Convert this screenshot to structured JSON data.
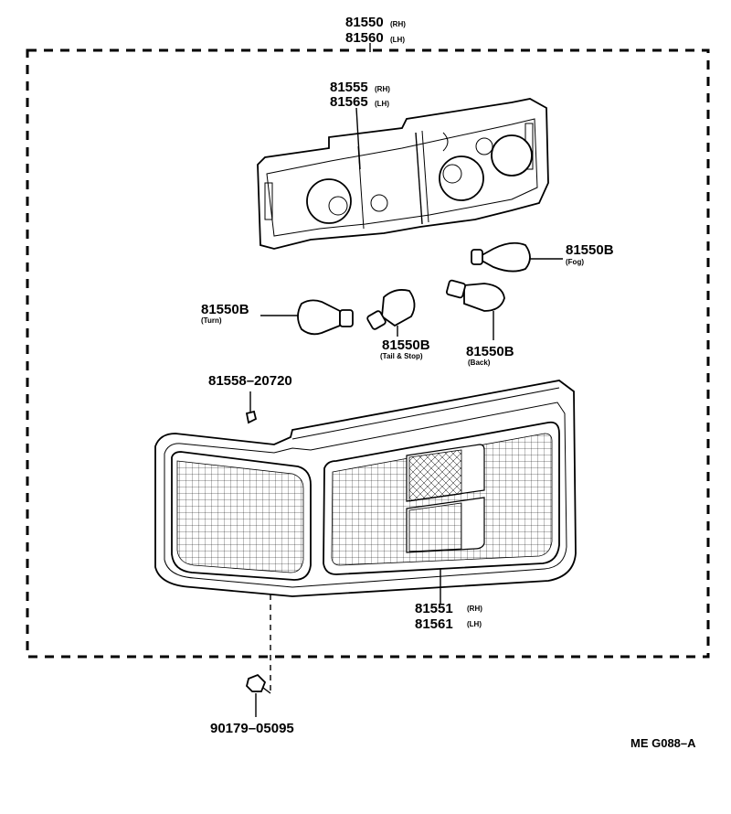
{
  "labels": {
    "assembly": {
      "rh": "81550",
      "rh_side": "(RH)",
      "lh": "81560",
      "lh_side": "(LH)"
    },
    "socket": {
      "rh": "81555",
      "rh_side": "(RH)",
      "lh": "81565",
      "lh_side": "(LH)"
    },
    "bulb_fog": {
      "part": "81550B",
      "note": "(Fog)"
    },
    "bulb_turn": {
      "part": "81550B",
      "note": "(Turn)"
    },
    "bulb_tail": {
      "part": "81550B",
      "note": "(Tail & Stop)"
    },
    "bulb_back": {
      "part": "81550B",
      "note": "(Back)"
    },
    "gasket": {
      "part": "81558–20720"
    },
    "lens": {
      "rh": "81551",
      "rh_side": "(RH)",
      "lh": "81561",
      "lh_side": "(LH)"
    },
    "screw": {
      "part": "90179–05095"
    },
    "figure_code": "ME G088–A"
  }
}
